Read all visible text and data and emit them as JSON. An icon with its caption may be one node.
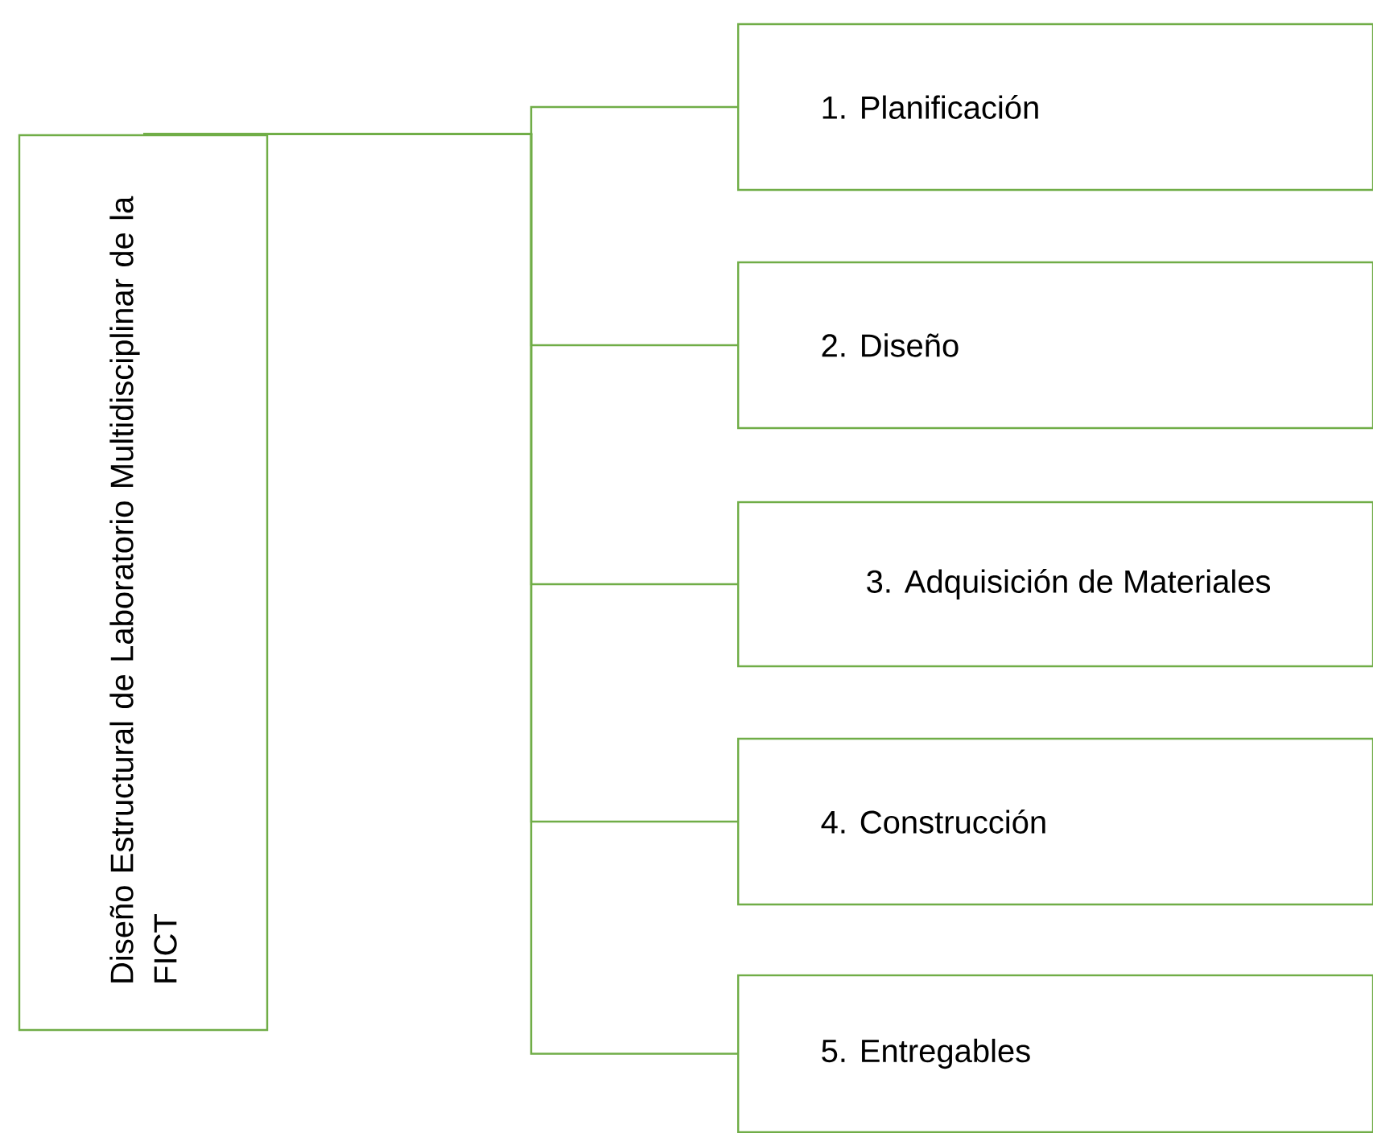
{
  "diagram": {
    "nodes": [
      {
        "text": [
          "Diseño Estructural de Laboratorio Multidisciplinar de la FICT"
        ]
      },
      {
        "text": [
          "1. Planificación"
        ]
      },
      {
        "text": [
          "2. Diseño"
        ]
      },
      {
        "text": [
          "3. Adquisición de Materiales"
        ]
      },
      {
        "text": [
          "4. Construcción"
        ]
      },
      {
        "text": [
          "5. Entregables"
        ]
      }
    ],
    "edges": [
      {
        "from": 0,
        "to": 1,
        "arrow": "none"
      },
      {
        "from": 0,
        "to": 2,
        "arrow": "none"
      },
      {
        "from": 0,
        "to": 3,
        "arrow": "none"
      },
      {
        "from": 0,
        "to": 4,
        "arrow": "none"
      },
      {
        "from": 0,
        "to": 5,
        "arrow": "none"
      }
    ]
  }
}
